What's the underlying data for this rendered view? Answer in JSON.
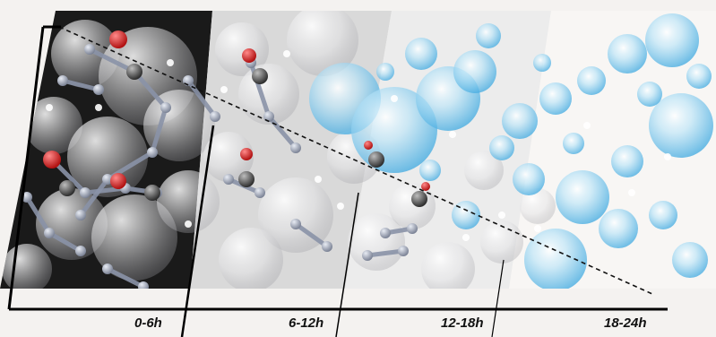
{
  "timeline": {
    "segments": [
      {
        "label": "0-6h",
        "fill": "#1a1a1a"
      },
      {
        "label": "6-12h",
        "fill": "#d9d9d9"
      },
      {
        "label": "12-18h",
        "fill": "#ececec"
      },
      {
        "label": "18-24h",
        "fill": "#f8f6f4"
      }
    ]
  },
  "colors": {
    "axis": "#000000",
    "trend_line": "#111111",
    "oxygen_atom": "#d42020",
    "carbon_atom": "#555555",
    "water_molecule": "#3aa7e0",
    "organic_molecule": "#b8bcc6"
  }
}
